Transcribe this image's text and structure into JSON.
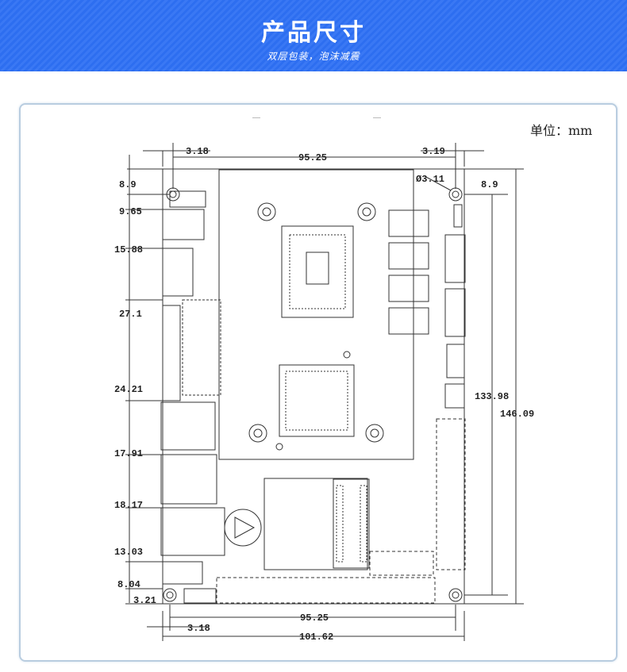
{
  "header": {
    "title": "产品尺寸",
    "subtitle": "双层包装，泡沫减震"
  },
  "unit_label": "单位：mm",
  "dimensions": {
    "top_left_offset": "3.18",
    "top_span": "95.25",
    "top_right_offset": "3.19",
    "hole_diameter": "Ø3.11",
    "left_top_hole": "8.9",
    "right_top_hole": "8.9",
    "left_stack": [
      "9.65",
      "15.88",
      "27.1",
      "24.21",
      "17.91",
      "18.17",
      "13.03",
      "8.04",
      "3.21"
    ],
    "right_inner_height": "133.98",
    "right_total_height": "146.09",
    "bottom_span": "95.25",
    "bottom_left_offset": "3.18",
    "bottom_total_width": "101.62"
  },
  "colors": {
    "banner": "#2d6ef0",
    "frame_border": "#b9cde0",
    "line": "#333333"
  }
}
